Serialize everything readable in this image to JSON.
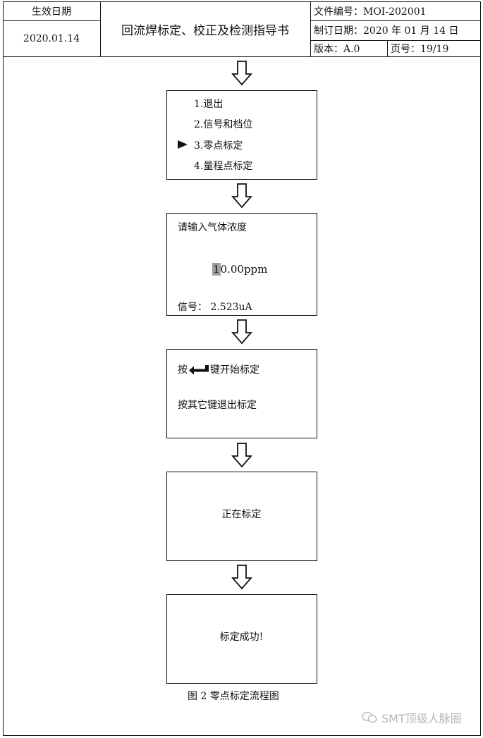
{
  "header": {
    "effective_date_label": "生效日期",
    "effective_date": "2020.01.14",
    "title": "回流焊标定、校正及检测指导书",
    "doc_number": "文件编号：MOI-202001",
    "made_date": "制订日期：2020 年 01 月 14 日",
    "version": "版本：A.0",
    "page": "页号：19/19"
  },
  "screens": {
    "menu": {
      "items": [
        "1.退出",
        "2.信号和档位",
        "3.零点标定",
        "4.量程点标定"
      ],
      "selected_index": 2
    },
    "input": {
      "prompt": "请输入气体浓度",
      "value_cursor_digit": "1",
      "value_rest": "0.00ppm",
      "signal": "信号：  2.523uA"
    },
    "confirm": {
      "line1_before": "按",
      "line1_after": "键开始标定",
      "line2": "按其它键退出标定"
    },
    "progress": {
      "text": "正在标定"
    },
    "success": {
      "text": "标定成功!"
    }
  },
  "caption": "图 2   零点标定流程图",
  "watermark": "SMT顶级人脉圈",
  "icons": [
    "down-arrow-icon",
    "pointer-triangle-icon",
    "enter-key-icon",
    "wechat-icon"
  ]
}
